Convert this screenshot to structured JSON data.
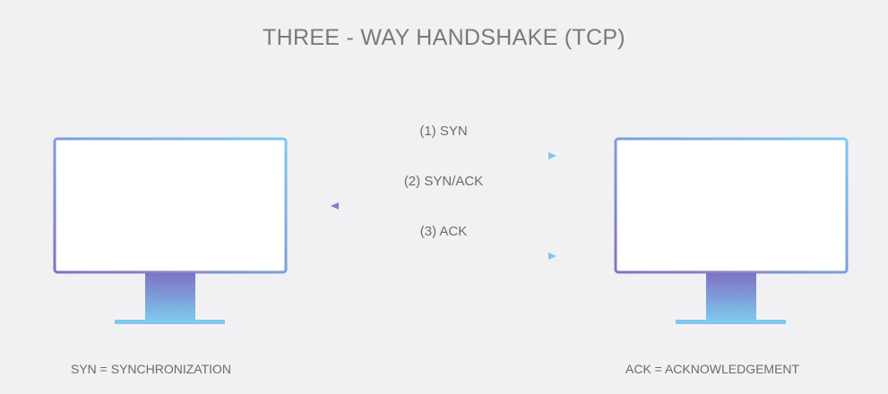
{
  "title": "THREE - WAY HANDSHAKE (TCP)",
  "messages": [
    {
      "label": "(1) SYN",
      "direction": "right"
    },
    {
      "label": "(2) SYN/ACK",
      "direction": "left"
    },
    {
      "label": "(3) ACK",
      "direction": "right"
    }
  ],
  "legend": {
    "left": "SYN = SYNCHRONIZATION",
    "right": "ACK = ACKNOWLEDGEMENT"
  },
  "colors": {
    "background": "#f1f1f3",
    "monitor_frame_start": "#7f72c4",
    "monitor_frame_end": "#7ec8ec",
    "arrow_start": "#8a7cc8",
    "arrow_end": "#7ec8ec",
    "text": "#6b6b70"
  }
}
